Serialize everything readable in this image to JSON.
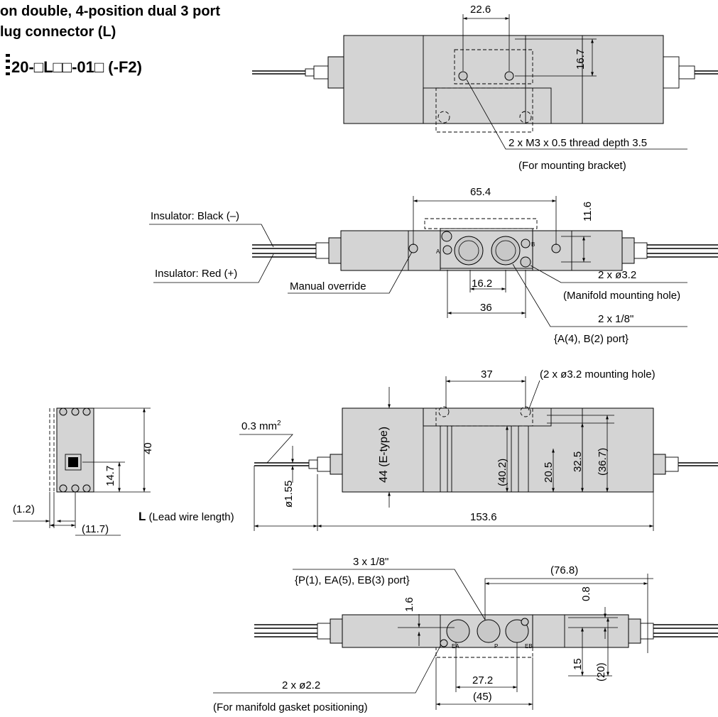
{
  "header": {
    "line1": "on double, 4-position dual 3 port",
    "line2": "lug connector (L)",
    "model": "20-□L□□-01□ (-F2)"
  },
  "top_view": {
    "dim_width": "22.6",
    "dim_height": "16.7",
    "thread_label": "2 x M3 x 0.5 thread depth 3.5",
    "thread_note": "(For mounting bracket)"
  },
  "port_view": {
    "dim_span": "65.4",
    "dim_height": "11.6",
    "insulator_black": "Insulator: Black (–)",
    "insulator_red": "Insulator: Red (+)",
    "manual_override": "Manual override",
    "dim_ports": "16.2",
    "dim_ports_outer": "36",
    "hole_label": "2 x ø3.2",
    "hole_note": "(Manifold mounting hole)",
    "port_label": "2 x 1/8\"",
    "port_note": "{A(4), B(2) port}",
    "port_a": "A",
    "port_b": "B"
  },
  "front_view": {
    "dim_37": "37",
    "mount_hole": "(2 x ø3.2 mounting hole)",
    "wire_section": "0.3 mm",
    "wire_section_sup": "2",
    "wire_dia": "ø1.55",
    "height_e": "44 (E-type)",
    "height_40_2": "(40.2)",
    "height_20_5": "20.5",
    "height_32_5": "32.5",
    "height_36_7": "(36.7)",
    "length_label": "L",
    "length_note": " (Lead wire length)",
    "length_total": "153.6"
  },
  "end_view": {
    "height": "40",
    "conn_height": "14.7",
    "offset_small": "(1.2)",
    "offset_depth": "(11.7)"
  },
  "bottom_view": {
    "port_label": "3 x 1/8\"",
    "port_note": "{P(1), EA(5), EB(3) port}",
    "dim_76_8": "(76.8)",
    "dim_0_8": "0.8",
    "dim_1_6": "1.6",
    "dim_15": "15",
    "dim_20": "(20)",
    "dim_27_2": "27.2",
    "dim_45": "(45)",
    "gasket_label": "2 x ø2.2",
    "gasket_note": "(For manifold gasket positioning)",
    "port_ea": "EA",
    "port_p": "P",
    "port_eb": "EB"
  }
}
